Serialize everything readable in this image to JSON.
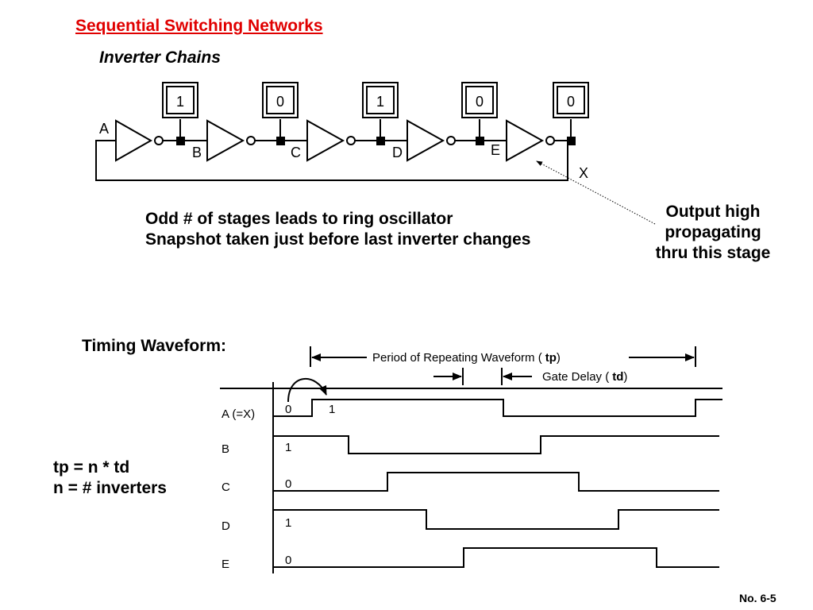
{
  "title": "Sequential Switching Networks",
  "subtitle": "Inverter Chains",
  "chain": {
    "input_label": "A",
    "output_label": "X",
    "node_labels": [
      "B",
      "C",
      "D",
      "E"
    ],
    "probe_values": [
      "1",
      "0",
      "1",
      "0",
      "0"
    ]
  },
  "notes": {
    "line1": "Odd # of stages leads to ring oscillator",
    "line2": "Snapshot taken just before last inverter changes"
  },
  "callout": {
    "line1": "Output high",
    "line2": "propagating",
    "line3": "thru this stage"
  },
  "timing": {
    "title": "Timing Waveform:",
    "period_prefix": "Period of  Repeating Waveform (",
    "period_symbol": "tp",
    "period_suffix": ")",
    "delay_prefix": "Gate Delay (",
    "delay_symbol": "td",
    "delay_suffix": ")",
    "signals": [
      {
        "name": "A (=X)",
        "initial_label": "0",
        "after_label": "1"
      },
      {
        "name": "B",
        "initial_label": "1"
      },
      {
        "name": "C",
        "initial_label": "0"
      },
      {
        "name": "D",
        "initial_label": "1"
      },
      {
        "name": "E",
        "initial_label": "0"
      }
    ]
  },
  "formulas": {
    "line1": "tp = n * td",
    "line2": "n = # inverters"
  },
  "page_number": "No. 6-5"
}
